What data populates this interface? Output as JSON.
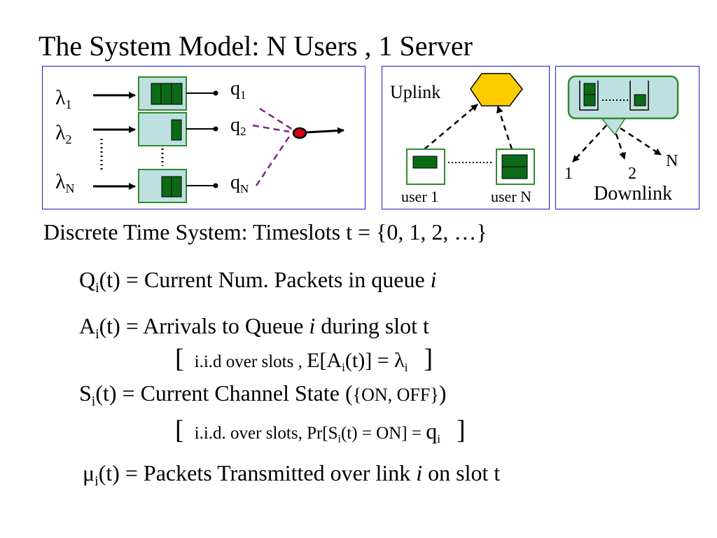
{
  "title": "The System Model:  N Users ,  1 Server",
  "panel_queues": {
    "arrivals": [
      {
        "sym": "λ",
        "sub": "1"
      },
      {
        "sym": "λ",
        "sub": "2"
      },
      {
        "sym": "λ",
        "sub": "N"
      }
    ],
    "channels": [
      {
        "sym": "q",
        "sub": "1"
      },
      {
        "sym": "q",
        "sub": "2"
      },
      {
        "sym": "q",
        "sub": "N"
      }
    ],
    "colors": {
      "queue_fill": "#bfe0e0",
      "queue_border": "#2e8b2e",
      "packet": "#0b6a16",
      "link": "#80208a",
      "server": "#d8001a"
    }
  },
  "panel_uplink": {
    "label": "Uplink",
    "user_first": "user 1",
    "user_last": "user N",
    "colors": {
      "hexagon": "#ffcc00"
    }
  },
  "panel_downlink": {
    "label": "Downlink",
    "dest_1": "1",
    "dest_2": "2",
    "dest_n": "N"
  },
  "lines": {
    "discrete": "Discrete Time System:  Timeslots  t = {0, 1, 2, …}",
    "q_a": "Q",
    "q_sub": "i",
    "q_b": "(t) = Current Num. Packets in queue ",
    "q_i": "i",
    "a_a": "A",
    "a_sub": "i",
    "a_b": "(t) = Arrivals to Queue ",
    "a_i": "i",
    "a_c": " during slot t",
    "b1_open": "[",
    "b1_a": "i.i.d over slots , ",
    "b1_b": "E[A",
    "b1_sub": "i",
    "b1_c": "(t)] = λ",
    "b1_sub2": "i",
    "b1_close": "]",
    "s_a": "S",
    "s_sub": "i",
    "s_b": "(t) = Current Channel State (",
    "s_c": "{ON, OFF}",
    "s_d": ")",
    "b2_open": "[",
    "b2_a": "i.i.d. over slots, Pr[S",
    "b2_sub": "i",
    "b2_b": "(t) = ON] = ",
    "b2_q": "q",
    "b2_qsub": "i",
    "b2_close": "]",
    "mu_a": "μ",
    "mu_sub": "i",
    "mu_b": "(t) = Packets Transmitted over link ",
    "mu_i": "i",
    "mu_c": " on slot t"
  }
}
